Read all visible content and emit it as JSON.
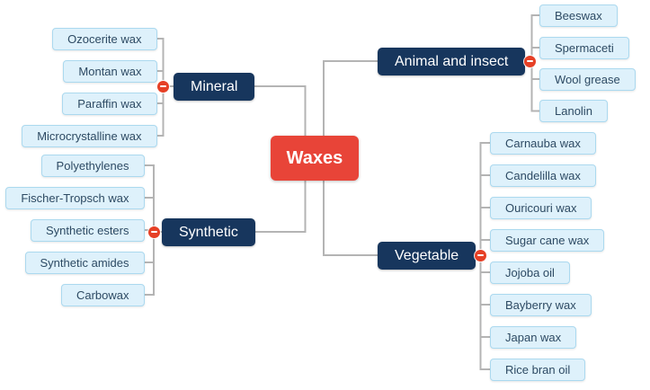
{
  "root": {
    "label": "Waxes"
  },
  "branches": [
    {
      "label": "Mineral",
      "children": [
        "Ozocerite wax",
        "Montan wax",
        "Paraffin wax",
        "Microcrystalline wax"
      ]
    },
    {
      "label": "Synthetic",
      "children": [
        "Polyethylenes",
        "Fischer-Tropsch wax",
        "Synthetic esters",
        "Synthetic amides",
        "Carbowax"
      ]
    },
    {
      "label": "Animal and insect",
      "children": [
        "Beeswax",
        "Spermaceti",
        "Wool grease",
        "Lanolin"
      ]
    },
    {
      "label": "Vegetable",
      "children": [
        "Carnauba wax",
        "Candelilla wax",
        "Ouricouri wax",
        "Sugar cane wax",
        "Jojoba oil",
        "Bayberry wax",
        "Japan wax",
        "Rice bran oil"
      ]
    }
  ],
  "icons": {
    "collapse_badge": "minus-icon"
  },
  "colors": {
    "root_bg": "#e84438",
    "branch_bg": "#17365d",
    "leaf_bg": "#def1fb",
    "leaf_border": "#abd9ef",
    "leaf_text": "#2d4a63",
    "connector": "#b4b4b4",
    "collapse_icon": "#e64026",
    "background": "#ffffff"
  }
}
